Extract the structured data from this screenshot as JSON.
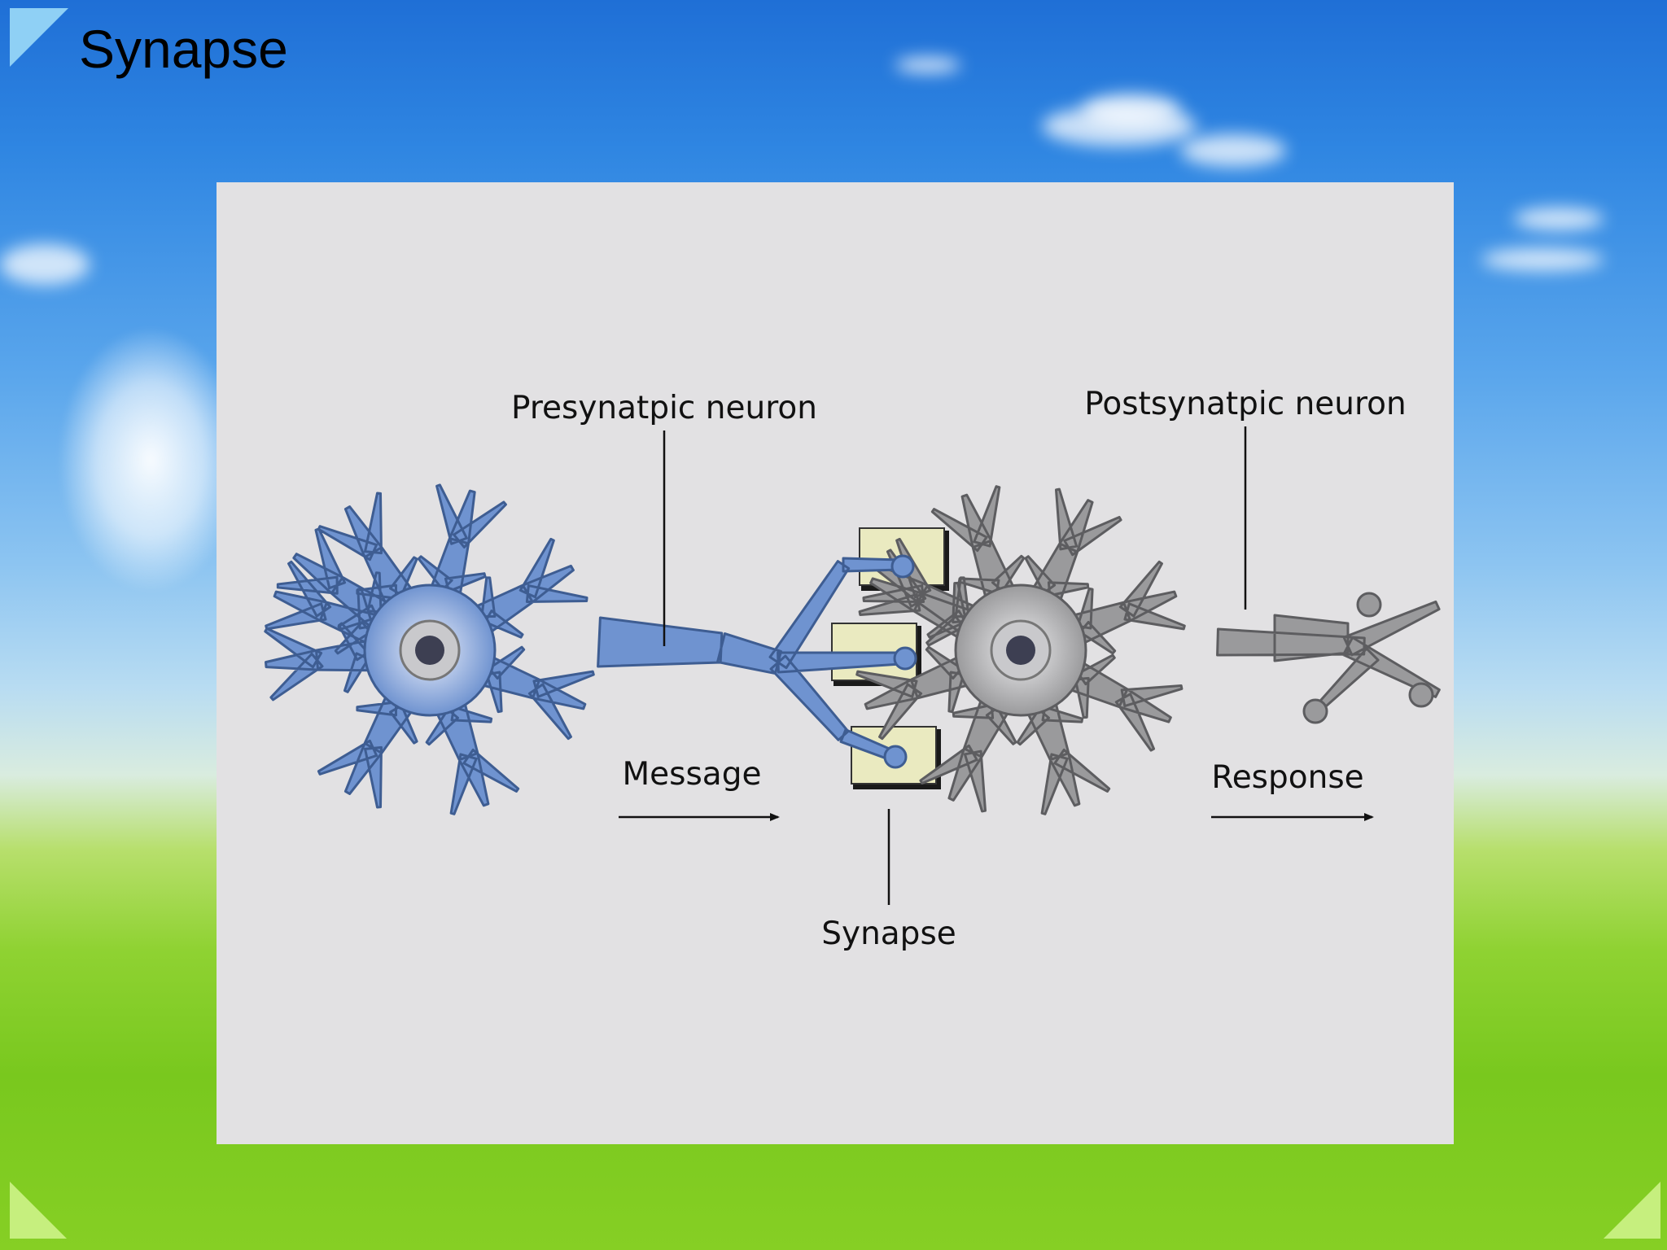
{
  "slide": {
    "title": "Synapse"
  },
  "diagram": {
    "labels": {
      "presynaptic": "Presynatpic neuron",
      "postsynaptic": "Postsynatpic neuron",
      "message": "Message",
      "response": "Response",
      "synapse": "Synapse"
    },
    "colors": {
      "presynaptic_neuron": "#6f93d0",
      "postsynaptic_neuron": "#9a9a9c",
      "synapse_box": "#eaeac0",
      "figure_background": "#e2e1e3"
    }
  }
}
